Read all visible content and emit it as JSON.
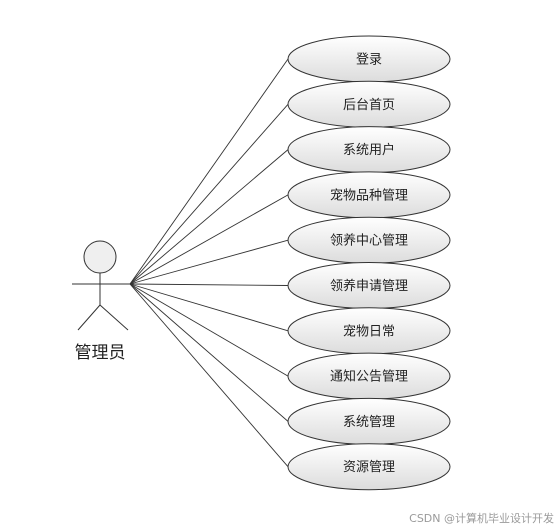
{
  "actor": {
    "label": "管理员"
  },
  "use_cases": [
    {
      "label": "登录"
    },
    {
      "label": "后台首页"
    },
    {
      "label": "系统用户"
    },
    {
      "label": "宠物品种管理"
    },
    {
      "label": "领养中心管理"
    },
    {
      "label": "领养申请管理"
    },
    {
      "label": "宠物日常"
    },
    {
      "label": "通知公告管理"
    },
    {
      "label": "系统管理"
    },
    {
      "label": "资源管理"
    }
  ],
  "watermark": "CSDN @计算机毕业设计开发",
  "colors": {
    "ellipse_fill_top": "#ffffff",
    "ellipse_fill_bottom": "#dedede",
    "stroke": "#333333"
  }
}
